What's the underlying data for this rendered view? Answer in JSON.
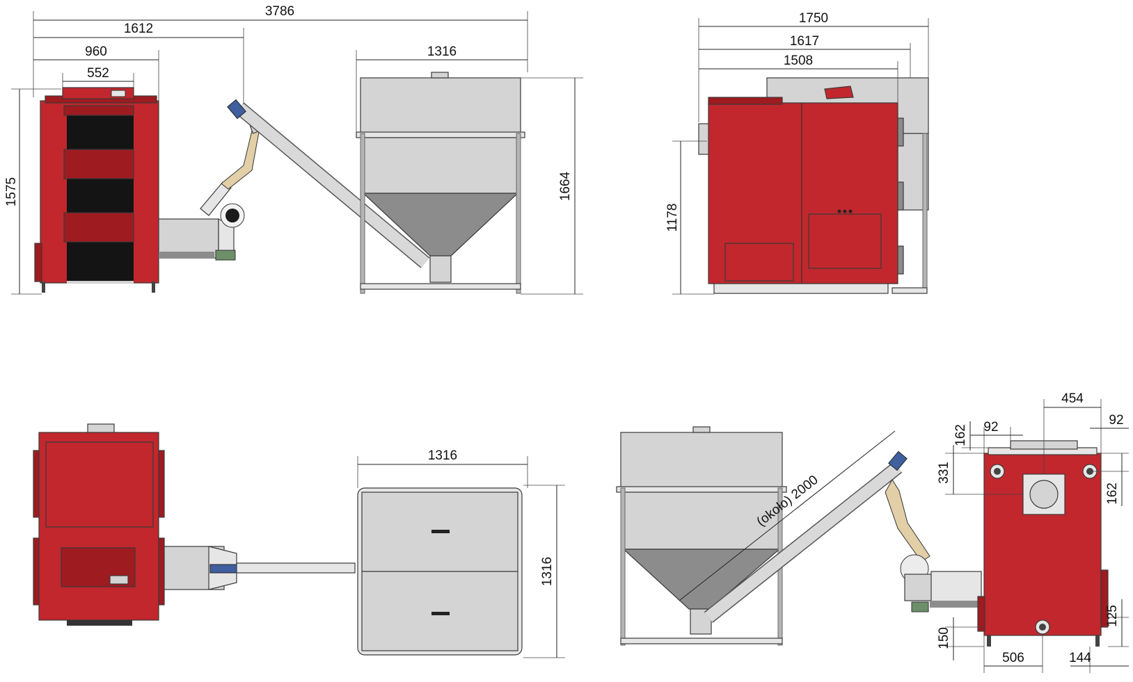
{
  "colors": {
    "boiler_red": "#c1272d",
    "boiler_dark_red": "#9e1b20",
    "hopper_grey": "#d4d4d4",
    "hopper_funnel": "#8c8c8c",
    "auger_beige": "#e2cfa8",
    "fitting_blue": "#3f5f9e"
  },
  "views": {
    "front": {
      "dim_total_width": "3786",
      "dim_boiler_to_auger": "1612",
      "dim_boiler_width": "960",
      "dim_top_width": "552",
      "dim_hopper_width": "1316",
      "dim_boiler_height": "1575",
      "dim_hopper_height": "1664"
    },
    "side": {
      "dim_total_depth": "1750",
      "dim_depth_mid": "1617",
      "dim_depth_inner": "1508",
      "dim_door_height": "1178"
    },
    "top": {
      "dim_hopper_width": "1316",
      "dim_hopper_depth": "1316"
    },
    "rear": {
      "dim_auger_length": "(około) 2000",
      "dim_454": "454",
      "dim_92_a": "92",
      "dim_92_b": "92",
      "dim_162_a": "162",
      "dim_162_b": "162",
      "dim_331": "331",
      "dim_125": "125",
      "dim_150": "150",
      "dim_506": "506",
      "dim_144": "144"
    }
  }
}
